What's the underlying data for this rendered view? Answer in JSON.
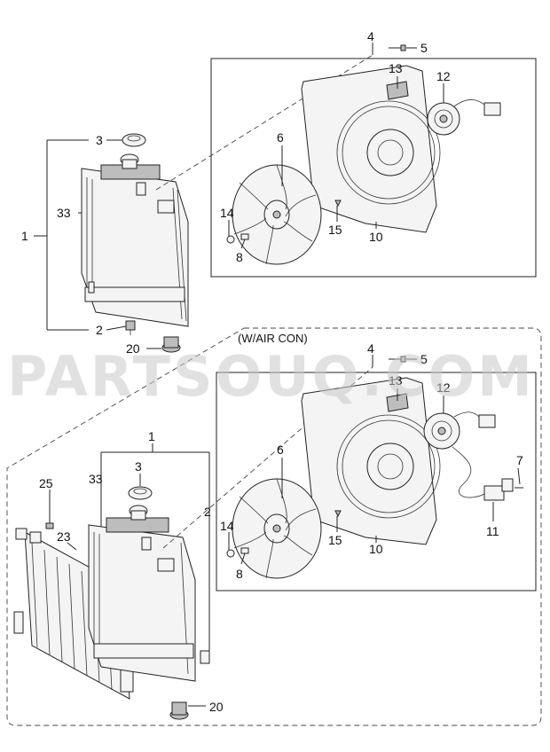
{
  "watermark": "PARTSOUQ.COM",
  "section_note": "(W/AIR CON)",
  "labels": {
    "top": {
      "l1": "1",
      "l2": "2",
      "l3": "3",
      "l4": "4",
      "l5": "5",
      "l6": "6",
      "l8": "8",
      "l10": "10",
      "l12": "12",
      "l13": "13",
      "l14": "14",
      "l15": "15",
      "l20": "20",
      "l33": "33"
    },
    "bottom": {
      "l1": "1",
      "l2": "2",
      "l3": "3",
      "l4": "4",
      "l5": "5",
      "l6": "6",
      "l7": "7",
      "l8": "8",
      "l10": "10",
      "l11": "11",
      "l12": "12",
      "l13": "13",
      "l14": "14",
      "l15": "15",
      "l20": "20",
      "l23": "23",
      "l25": "25",
      "l33": "33"
    }
  },
  "colors": {
    "line": "#222222",
    "watermark": "#c9c9c9"
  },
  "icons": [
    "radiator",
    "radiator-cap",
    "fan-blade",
    "fan-shroud",
    "fan-motor",
    "condenser",
    "drain-plug",
    "mounting-bushing",
    "bolt",
    "wiring-connector"
  ]
}
